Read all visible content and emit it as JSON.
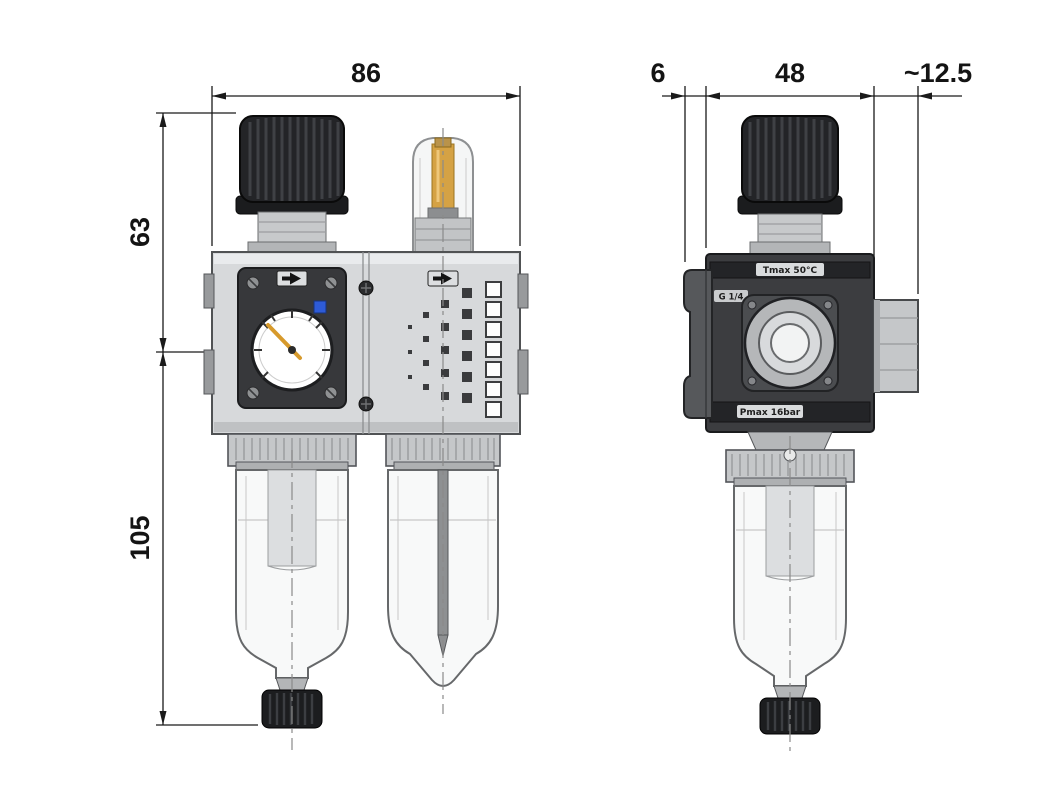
{
  "drawing": {
    "background": "#ffffff",
    "subject": "filter-regulator-lubricator technical dimension drawing",
    "views": [
      "front-view",
      "side-view"
    ]
  },
  "dimensions": {
    "front_width": "86",
    "front_upper_height": "63",
    "front_lower_height": "105",
    "side_bracket_offset": "6",
    "side_body_width": "48",
    "side_port_depth": "~12.5"
  },
  "nameplate": {
    "tmax": "Tmax 50°C",
    "port": "G 1/4",
    "rating": "Pmax 16bar"
  },
  "colors": {
    "line": "#1a1a1a",
    "body_light": "#d7d9db",
    "body_dark": "#3c3d40",
    "knob_black": "#232427",
    "amber": "#d5a244",
    "blue": "#2e5bd7",
    "centerline": "#8a8a8a"
  }
}
